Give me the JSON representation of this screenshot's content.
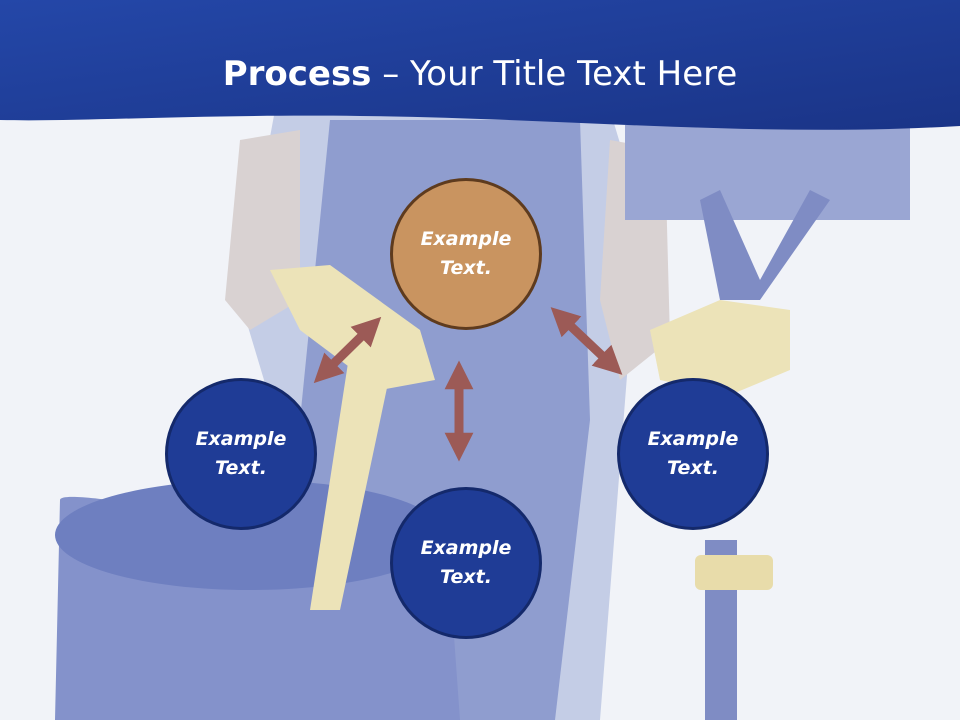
{
  "slide": {
    "title_bold": "Process",
    "title_rest": " – Your Title Text Here",
    "colors": {
      "header_blue": "#1e3c9a",
      "node_blue": "#1f3c96",
      "node_orange": "#c99460",
      "arrow": "#9c5a56"
    },
    "nodes": [
      {
        "text": "Example Text."
      },
      {
        "text": "Example Text."
      },
      {
        "text": "Example Text."
      },
      {
        "text": "Example Text."
      }
    ],
    "background_image": "faded photo of cleaner with bucket and mop"
  }
}
